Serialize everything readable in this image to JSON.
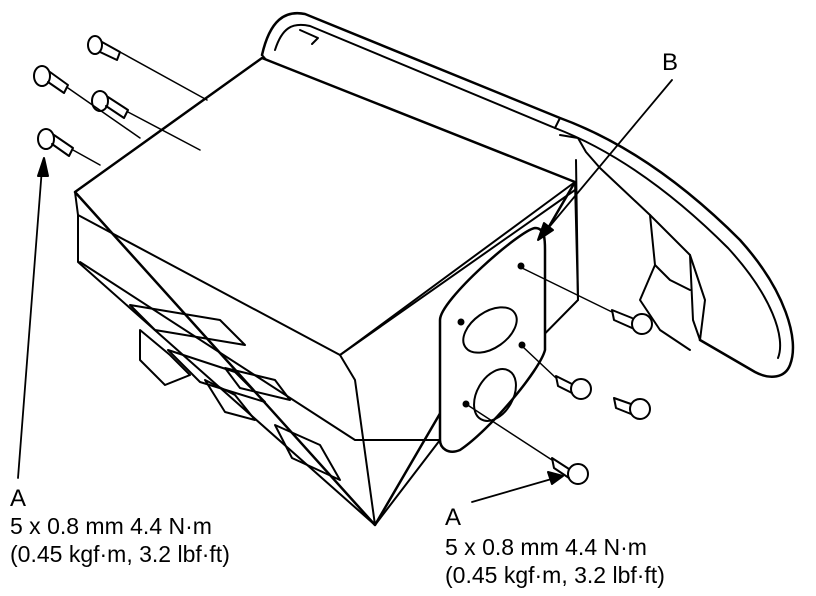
{
  "callouts": {
    "a_left": {
      "letter": "A",
      "spec_line1": "5 x 0.8 mm 4.4 N·m",
      "spec_line2": "(0.45 kgf·m, 3.2 lbf·ft)"
    },
    "a_right": {
      "letter": "A",
      "spec_line1": "5 x 0.8 mm 4.4 N·m",
      "spec_line2": "(0.45 kgf·m, 3.2 lbf·ft)"
    },
    "b": {
      "letter": "B"
    }
  },
  "colors": {
    "line": "#000000",
    "background": "#ffffff"
  }
}
